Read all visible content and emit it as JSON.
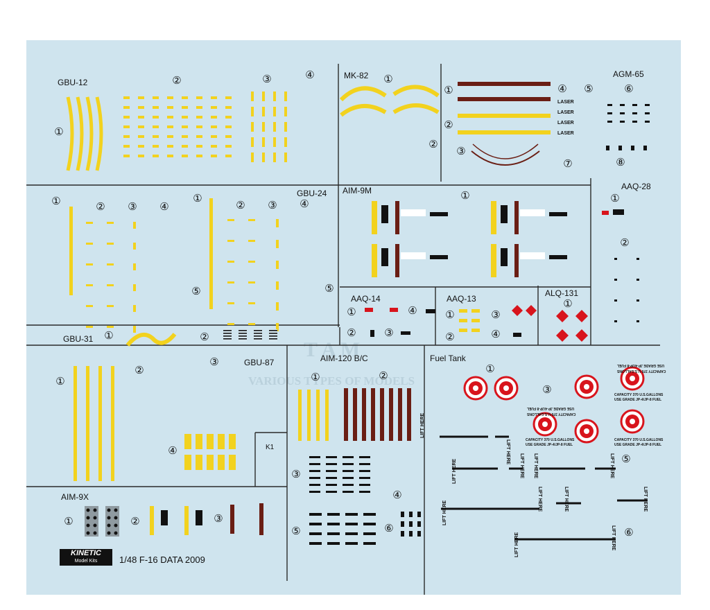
{
  "colors": {
    "background": "#cfe4ee",
    "yellow": "#f2d21e",
    "brown": "#6a1e14",
    "red": "#d8141c",
    "black": "#111111"
  },
  "sections": {
    "gbu12": "GBU-12",
    "mk82": "MK-82",
    "agm65": "AGM-65",
    "gbu24": "GBU-24",
    "aim9m": "AIM-9M",
    "aaq28": "AAQ-28",
    "aaq14": "AAQ-14",
    "aaq13": "AAQ-13",
    "alq131": "ALQ-131",
    "gbu31": "GBU-31",
    "gbu87": "GBU-87",
    "aim120": "AIM-120 B/C",
    "fueltank": "Fuel Tank",
    "aim9x": "AIM-9X"
  },
  "markers": {
    "m1": "①",
    "m2": "②",
    "m3": "③",
    "m4": "④",
    "m5": "⑤",
    "m6": "⑥",
    "m7": "⑦",
    "m8": "⑧",
    "k1": "K1"
  },
  "agm65_laser": [
    "LASER",
    "LASER",
    "LASER",
    "LASER"
  ],
  "lift_here": "LIFT HERE",
  "fuel_caption_line1": "CAPACITY 370 U.S.GALLONS",
  "fuel_caption_line2": "USE GRADE JP-4/JP-8 FUEL",
  "brand": {
    "name": "KINETIC",
    "sub": "Model Kits"
  },
  "footer": "1/48 F-16 DATA 2009",
  "watermark": {
    "letters": "T  A  M",
    "line": "VARIOUS TYPES OF MODELS"
  }
}
